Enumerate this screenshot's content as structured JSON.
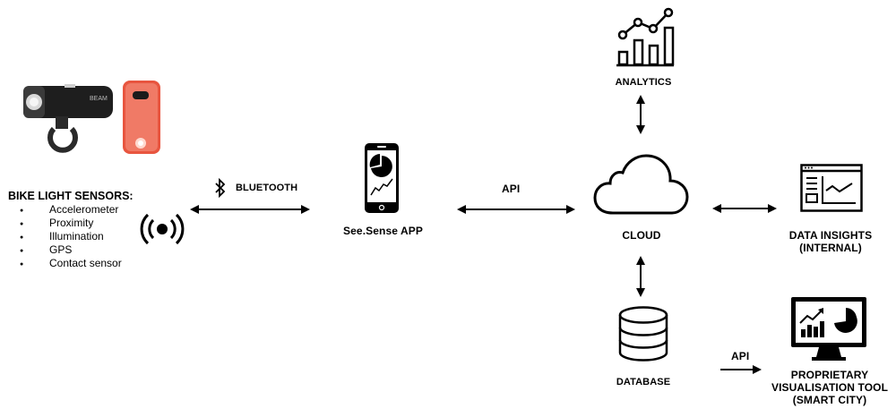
{
  "sensors": {
    "title": "BIKE LIGHT SENSORS:",
    "items": [
      "Accelerometer",
      "Proximity",
      "Illumination",
      "GPS",
      "Contact sensor"
    ]
  },
  "links": {
    "bluetooth": "BLUETOOTH",
    "api_app_cloud": "API",
    "api_db_vis": "API"
  },
  "nodes": {
    "app": "See.Sense APP",
    "analytics": "ANALYTICS",
    "cloud": "CLOUD",
    "insights": [
      "DATA INSIGHTS",
      "(INTERNAL)"
    ],
    "database": "DATABASE",
    "visualisation": [
      "PROPRIETARY",
      "VISUALISATION TOOL",
      "(SMART CITY)"
    ]
  },
  "colors": {
    "ink": "#000000",
    "light_body": "#1e1e1e",
    "rear_light": "#e8553f"
  }
}
